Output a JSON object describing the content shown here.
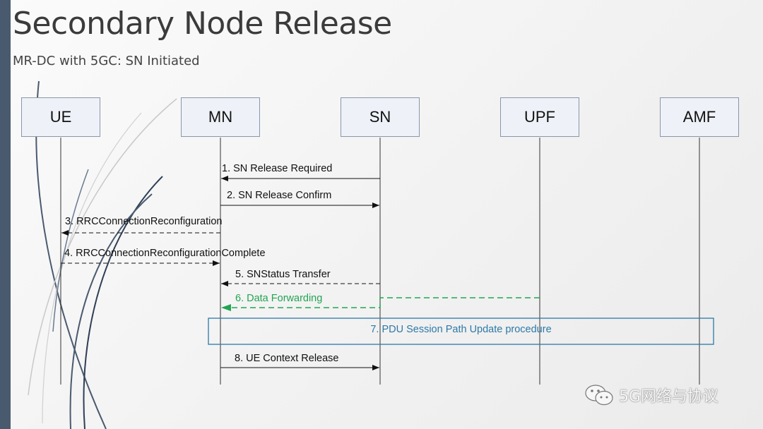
{
  "slide": {
    "title": "Secondary Node Release",
    "subtitle": "MR-DC with 5GC: SN Initiated"
  },
  "nodes": [
    "UE",
    "MN",
    "SN",
    "UPF",
    "AMF"
  ],
  "messages": [
    {
      "label": "1. SN Release Required",
      "from": "SN",
      "to": "MN",
      "style": "solid"
    },
    {
      "label": "2. SN Release Confirm",
      "from": "MN",
      "to": "SN",
      "style": "solid"
    },
    {
      "label": "3. RRCConnectionReconfiguration",
      "from": "MN",
      "to": "UE",
      "style": "dashed"
    },
    {
      "label": "4. RRCConnectionReconfigurationComplete",
      "from": "UE",
      "to": "MN",
      "style": "dashed"
    },
    {
      "label": "5. SNStatus Transfer",
      "from": "SN",
      "to": "MN",
      "style": "dashed"
    },
    {
      "label": "6. Data Forwarding",
      "from": "UPF",
      "to": "MN",
      "style": "dashed-green"
    },
    {
      "label": "8. UE Context Release",
      "from": "MN",
      "to": "SN",
      "style": "solid"
    }
  ],
  "procedure_box": {
    "label": "7. PDU Session Path Update procedure"
  },
  "watermark": {
    "text": "5G网络与协议",
    "icon": "wechat-icon"
  },
  "colors": {
    "green": "#22a552",
    "procedure_blue": "#2d79a8",
    "node_fill": "#eef2f8",
    "side_bar": "#4a5a6e"
  }
}
